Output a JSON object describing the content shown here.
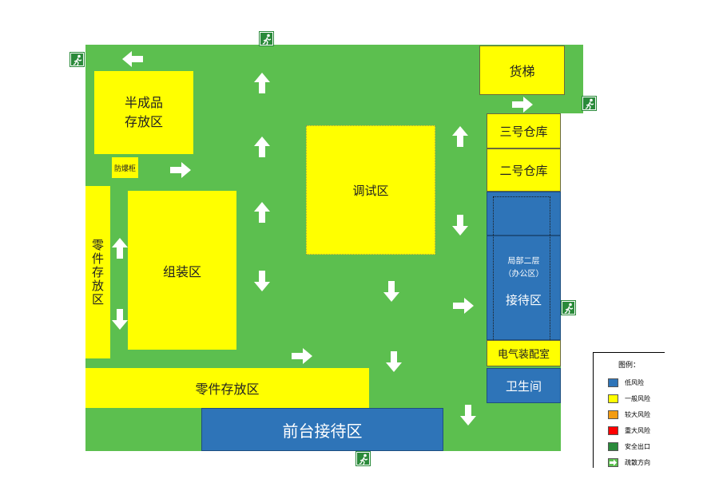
{
  "zones": {
    "semi_finished": "半成品\n存放区",
    "explosion_cabinet": "防爆柜",
    "parts_left": "零件存放区",
    "assembly": "组装区",
    "debug": "调试区",
    "parts_bottom": "零件存放区",
    "front_desk": "前台接待区",
    "freight_elevator": "货梯",
    "warehouse3": "三号仓库",
    "warehouse2": "二号仓库",
    "mezzanine": "局部二层\n（办公区）",
    "reception": "接待区",
    "electrical_room": "电气装配室",
    "restroom": "卫生间"
  },
  "legend": {
    "title": "图例：",
    "items": [
      {
        "label": "低风险",
        "color": "#2e74b8",
        "kind": "swatch"
      },
      {
        "label": "一般风险",
        "color": "#ffff00",
        "kind": "swatch"
      },
      {
        "label": "较大风险",
        "color": "#f39c12",
        "kind": "swatch"
      },
      {
        "label": "重大风险",
        "color": "#ff0000",
        "kind": "swatch"
      },
      {
        "label": "安全出口",
        "icon": "emergency-exit-icon",
        "kind": "exit"
      },
      {
        "label": "疏散方向",
        "icon": "evacuation-arrow-icon",
        "kind": "arrow"
      }
    ]
  },
  "colors": {
    "floor": "#5cbf4f",
    "general_risk": "#ffff00",
    "low_risk": "#2e74b8"
  }
}
